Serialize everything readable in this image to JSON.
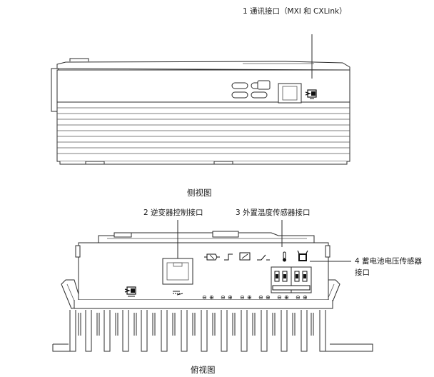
{
  "labels": {
    "comm_port": "1 通讯接口（MXI 和 CXLink）",
    "inverter_port": "2 逆变器控制接口",
    "temp_sensor_port": "3 外置温度传感器接口",
    "battery_sensor_port_line1": "4 蓄电池电压传感器",
    "battery_sensor_port_line2": "接口"
  },
  "captions": {
    "side_view": "侧视图",
    "top_view": "俯视图"
  },
  "colors": {
    "line": "#2b2b2b",
    "background": "#ffffff"
  },
  "icons": [
    "comm-port-icon",
    "ethernet-port-icon",
    "inverter-symbol-icon",
    "temperature-icon",
    "battery-icon",
    "terminal-block-icon",
    "heatsink-fins-icon"
  ]
}
